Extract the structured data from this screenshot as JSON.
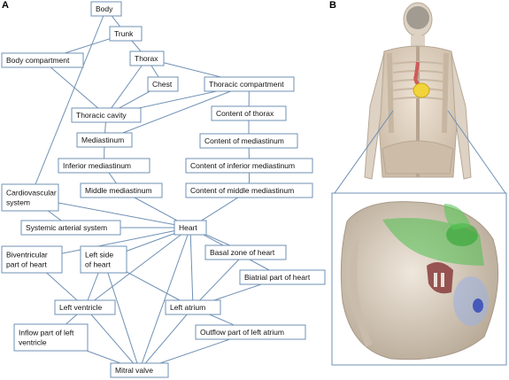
{
  "panels": {
    "a": "A",
    "b": "B"
  },
  "nodes": [
    {
      "id": "body",
      "lines": [
        "Body"
      ]
    },
    {
      "id": "trunk",
      "lines": [
        "Trunk"
      ]
    },
    {
      "id": "bodycomp",
      "lines": [
        "Body compartment"
      ]
    },
    {
      "id": "thorax",
      "lines": [
        "Thorax"
      ]
    },
    {
      "id": "chest",
      "lines": [
        "Chest"
      ]
    },
    {
      "id": "thoraciccomp",
      "lines": [
        "Thoracic compartment"
      ]
    },
    {
      "id": "thoraciccav",
      "lines": [
        "Thoracic cavity"
      ]
    },
    {
      "id": "contentthorax",
      "lines": [
        "Content of thorax"
      ]
    },
    {
      "id": "mediastinum",
      "lines": [
        "Mediastinum"
      ]
    },
    {
      "id": "contentmed",
      "lines": [
        "Content of mediastinum"
      ]
    },
    {
      "id": "infmed",
      "lines": [
        "Inferior mediastinum"
      ]
    },
    {
      "id": "contentinfmed",
      "lines": [
        "Content of inferior mediastinum"
      ]
    },
    {
      "id": "cardio",
      "lines": [
        "Cardiovascular",
        "system"
      ]
    },
    {
      "id": "midmed",
      "lines": [
        "Middle mediastinum"
      ]
    },
    {
      "id": "contentmidmed",
      "lines": [
        "Content of middle mediastinum"
      ]
    },
    {
      "id": "sysart",
      "lines": [
        "Systemic arterial system"
      ]
    },
    {
      "id": "heart",
      "lines": [
        "Heart"
      ]
    },
    {
      "id": "biventricular",
      "lines": [
        "Biventricular",
        "part of heart"
      ]
    },
    {
      "id": "leftside",
      "lines": [
        "Left side",
        "of heart"
      ]
    },
    {
      "id": "basal",
      "lines": [
        "Basal zone of heart"
      ]
    },
    {
      "id": "biatrial",
      "lines": [
        "Biatrial part of heart"
      ]
    },
    {
      "id": "leftvent",
      "lines": [
        "Left ventricle"
      ]
    },
    {
      "id": "leftatrium",
      "lines": [
        "Left atrium"
      ]
    },
    {
      "id": "inflow",
      "lines": [
        "Inflow part of left",
        "ventricle"
      ]
    },
    {
      "id": "outflow",
      "lines": [
        "Outflow part of left atrium"
      ]
    },
    {
      "id": "mitral",
      "lines": [
        "Mitral valve"
      ]
    }
  ],
  "edges": [
    [
      "body",
      "trunk"
    ],
    [
      "body",
      "cardio"
    ],
    [
      "trunk",
      "bodycomp"
    ],
    [
      "trunk",
      "thorax"
    ],
    [
      "bodycomp",
      "thoraciccav"
    ],
    [
      "thorax",
      "chest"
    ],
    [
      "thorax",
      "thoraciccomp"
    ],
    [
      "thorax",
      "thoraciccav"
    ],
    [
      "chest",
      "thoraciccav"
    ],
    [
      "thoraciccomp",
      "thoraciccav"
    ],
    [
      "thoraciccomp",
      "contentthorax"
    ],
    [
      "thoraciccomp",
      "mediastinum"
    ],
    [
      "thoraciccav",
      "mediastinum"
    ],
    [
      "contentthorax",
      "contentmed"
    ],
    [
      "mediastinum",
      "infmed"
    ],
    [
      "contentmed",
      "contentinfmed"
    ],
    [
      "infmed",
      "midmed"
    ],
    [
      "contentinfmed",
      "contentmidmed"
    ],
    [
      "midmed",
      "heart"
    ],
    [
      "contentmidmed",
      "heart"
    ],
    [
      "cardio",
      "sysart"
    ],
    [
      "cardio",
      "heart"
    ],
    [
      "sysart",
      "heart"
    ],
    [
      "heart",
      "biventricular"
    ],
    [
      "heart",
      "leftside"
    ],
    [
      "heart",
      "basal"
    ],
    [
      "heart",
      "biatrial"
    ],
    [
      "heart",
      "leftvent"
    ],
    [
      "heart",
      "leftatrium"
    ],
    [
      "heart",
      "mitral"
    ],
    [
      "biventricular",
      "leftvent"
    ],
    [
      "leftside",
      "leftvent"
    ],
    [
      "leftside",
      "leftatrium"
    ],
    [
      "leftside",
      "mitral"
    ],
    [
      "basal",
      "leftatrium"
    ],
    [
      "biatrial",
      "leftatrium"
    ],
    [
      "leftvent",
      "inflow"
    ],
    [
      "leftvent",
      "mitral"
    ],
    [
      "leftatrium",
      "outflow"
    ],
    [
      "leftatrium",
      "mitral"
    ],
    [
      "inflow",
      "mitral"
    ],
    [
      "outflow",
      "mitral"
    ]
  ]
}
